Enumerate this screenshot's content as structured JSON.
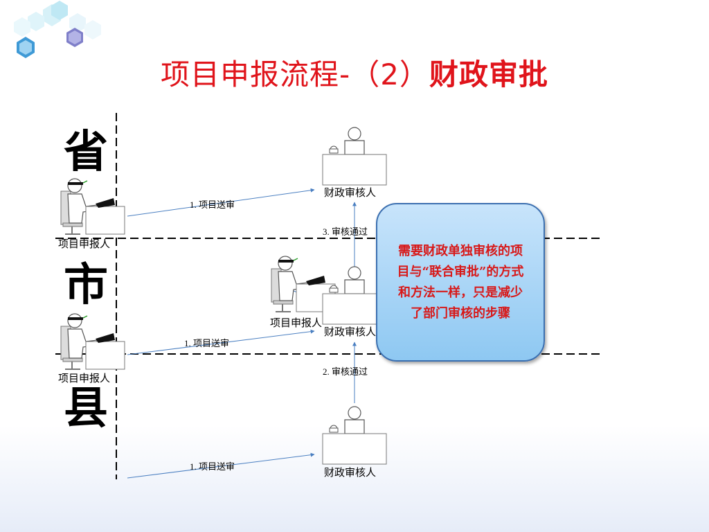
{
  "title": {
    "prefix": "项目申报流程-（2）",
    "emphasis": "财政审批"
  },
  "levels": {
    "province": "省",
    "city": "市",
    "county": "县"
  },
  "labels": {
    "applicant": "项目申报人",
    "reviewer": "财政审核人",
    "submit": "1. 项目送审",
    "approved_2": "2.  审核通过",
    "approved_3": "3.  审核通过"
  },
  "callout": "需要财政单独审核的项目与“联合审批”的方式和方法一样，只是减少了部门审核的步骤",
  "colors": {
    "title": "#e0141b",
    "callout_text": "#d81818",
    "arrow": "#4a7fc1"
  },
  "icons": {
    "applicant": "person-at-computer-icon",
    "reviewer": "person-at-desk-icon"
  }
}
